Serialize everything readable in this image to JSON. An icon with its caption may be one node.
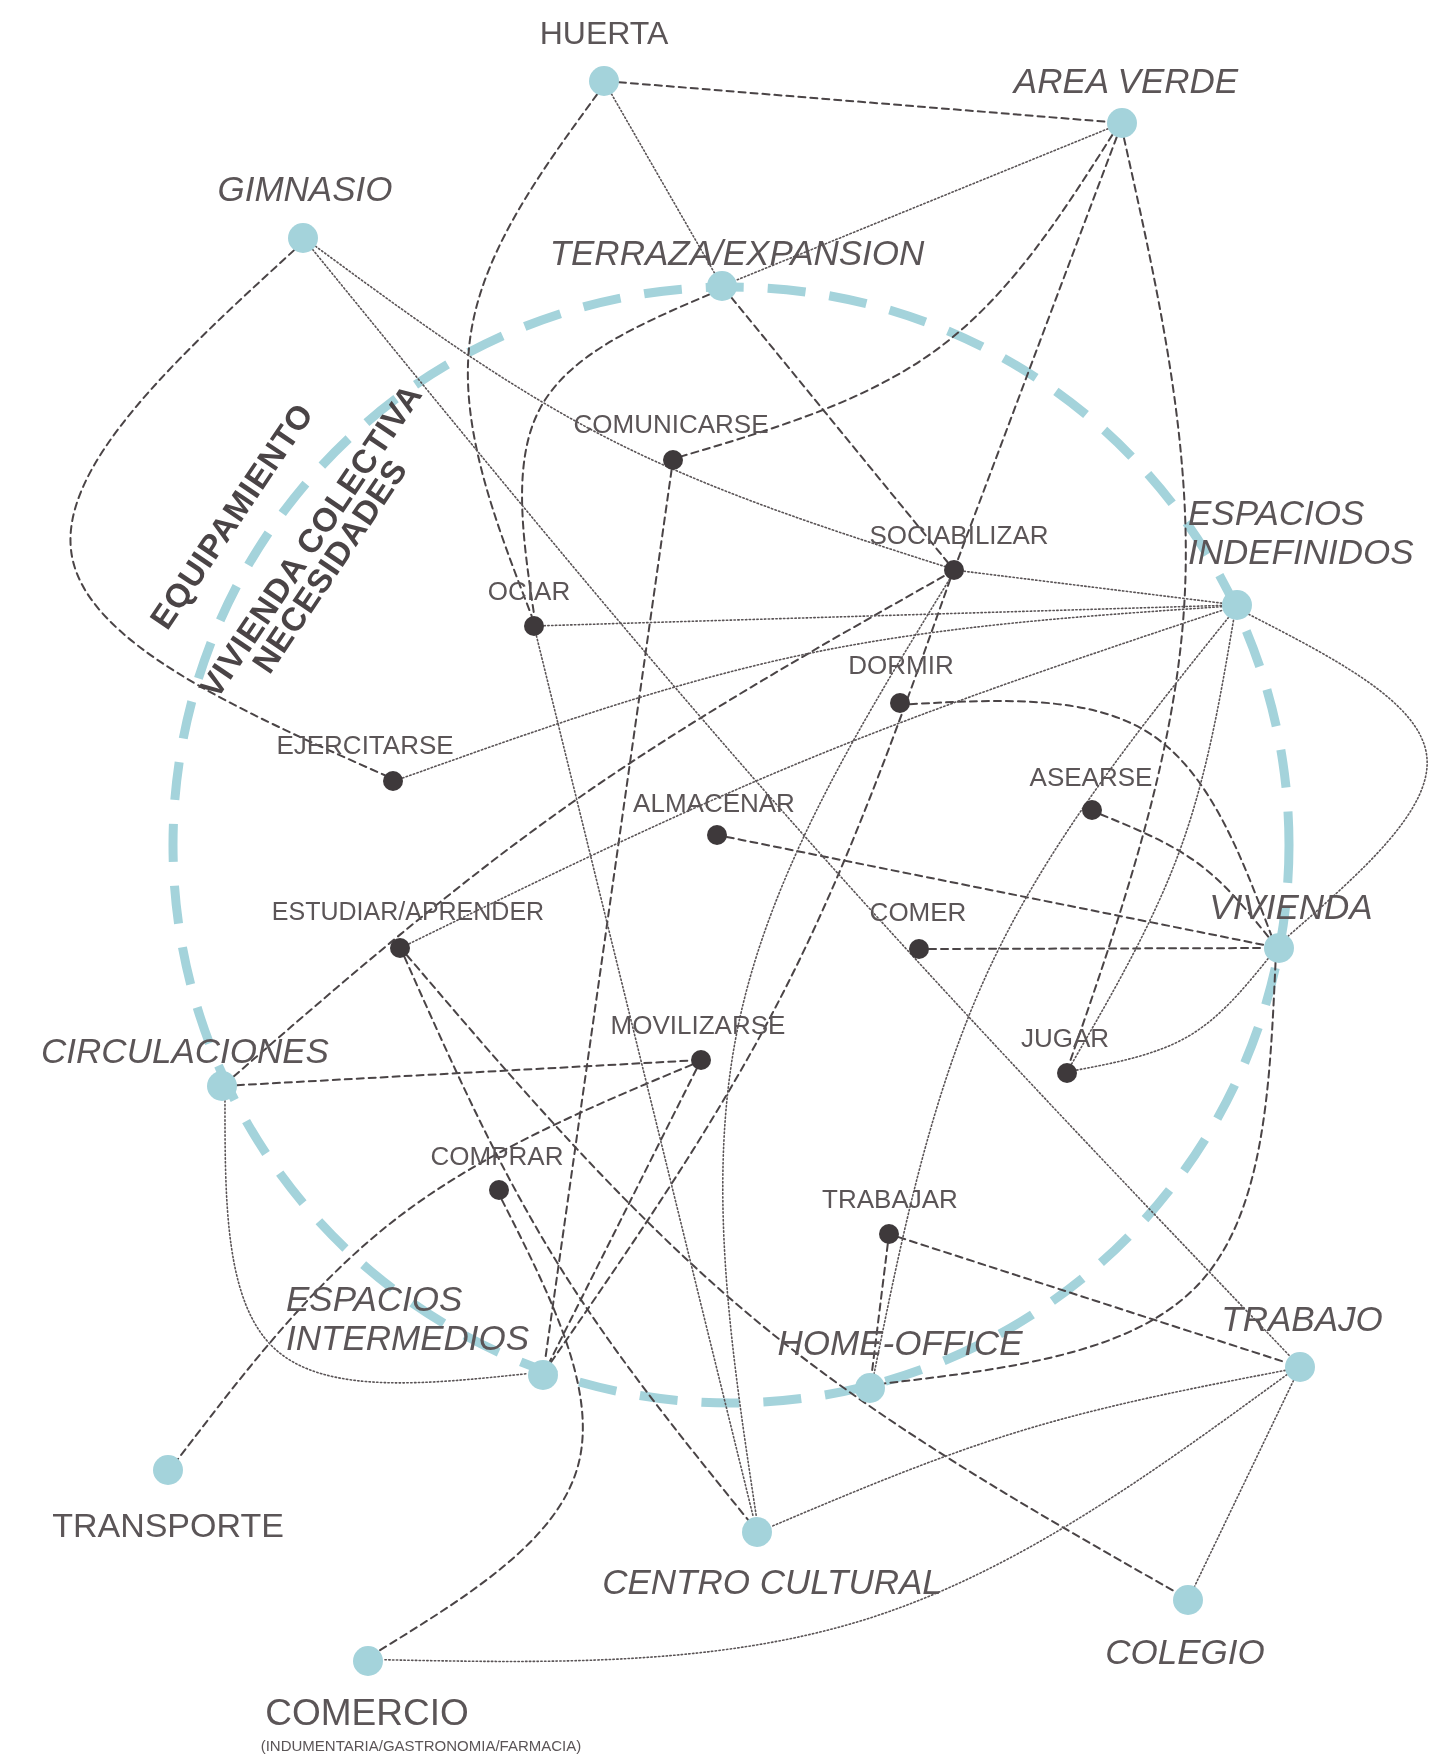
{
  "diagram": {
    "nodes": [
      {
        "text": [
          "HUERTA"
        ]
      },
      {
        "text": [
          "AREA VERDE"
        ]
      },
      {
        "text": [
          "GIMNASIO"
        ]
      },
      {
        "text": [
          "TERRAZA/EXPANSION"
        ]
      },
      {
        "text": [
          "COMUNICARSE"
        ]
      },
      {
        "text": [
          "SOCIABILIZAR"
        ]
      },
      {
        "text": [
          "ESPACIOS INDEFINIDOS"
        ]
      },
      {
        "text": [
          "OCIAR"
        ]
      },
      {
        "text": [
          "DORMIR"
        ]
      },
      {
        "text": [
          "EJERCITARSE"
        ]
      },
      {
        "text": [
          "ASEARSE"
        ]
      },
      {
        "text": [
          "ALMACENAR"
        ]
      },
      {
        "text": [
          "ESTUDIAR/APRENDER"
        ]
      },
      {
        "text": [
          "COMER"
        ]
      },
      {
        "text": [
          "VIVIENDA"
        ]
      },
      {
        "text": [
          "CIRCULACIONES"
        ]
      },
      {
        "text": [
          "MOVILIZARSE"
        ]
      },
      {
        "text": [
          "JUGAR"
        ]
      },
      {
        "text": [
          "COMPRAR"
        ]
      },
      {
        "text": [
          "TRABAJAR"
        ]
      },
      {
        "text": [
          "ESPACIOS INTERMEDIOS"
        ]
      },
      {
        "text": [
          "HOME-OFFICE"
        ]
      },
      {
        "text": [
          "TRABAJO"
        ]
      },
      {
        "text": [
          "TRANSPORTE"
        ]
      },
      {
        "text": [
          "CENTRO CULTURAL"
        ]
      },
      {
        "text": [
          "COLEGIO"
        ]
      },
      {
        "text": [
          "COMERCIO",
          "(INDUMENTARIA/GASTRONOMIA/FARMACIA)"
        ]
      }
    ],
    "edges": [
      {
        "from": 0,
        "to": 1,
        "arrow": "none",
        "style": "dashed"
      },
      {
        "from": 0,
        "to": 7,
        "arrow": "none",
        "style": "dashed"
      },
      {
        "from": 3,
        "to": 7,
        "arrow": "none",
        "style": "dashed"
      },
      {
        "from": 3,
        "to": 5,
        "arrow": "none",
        "style": "dashed"
      },
      {
        "from": 1,
        "to": 4,
        "arrow": "none",
        "style": "dashed"
      },
      {
        "from": 1,
        "to": 5,
        "arrow": "none",
        "style": "dashed"
      },
      {
        "from": 1,
        "to": 17,
        "arrow": "none",
        "style": "dashed"
      },
      {
        "from": 5,
        "to": 20,
        "arrow": "none",
        "style": "dashed"
      },
      {
        "from": 4,
        "to": 20,
        "arrow": "none",
        "style": "dashed"
      },
      {
        "from": 2,
        "to": 9,
        "arrow": "none",
        "style": "dashed"
      },
      {
        "from": 12,
        "to": 25,
        "arrow": "none",
        "style": "dashed"
      },
      {
        "from": 12,
        "to": 24,
        "arrow": "none",
        "style": "dashed"
      },
      {
        "from": 15,
        "to": 16,
        "arrow": "none",
        "style": "dashed"
      },
      {
        "from": 15,
        "to": 5,
        "arrow": "none",
        "style": "dashed"
      },
      {
        "from": 16,
        "to": 23,
        "arrow": "none",
        "style": "dashed"
      },
      {
        "from": 16,
        "to": 20,
        "arrow": "none",
        "style": "dashed"
      },
      {
        "from": 18,
        "to": 26,
        "arrow": "none",
        "style": "dashed"
      },
      {
        "from": 11,
        "to": 14,
        "arrow": "none",
        "style": "dashed"
      },
      {
        "from": 13,
        "to": 14,
        "arrow": "none",
        "style": "dashed"
      },
      {
        "from": 10,
        "to": 14,
        "arrow": "none",
        "style": "dashed"
      },
      {
        "from": 8,
        "to": 14,
        "arrow": "none",
        "style": "dashed"
      },
      {
        "from": 14,
        "to": 21,
        "arrow": "none",
        "style": "dashed"
      },
      {
        "from": 19,
        "to": 21,
        "arrow": "none",
        "style": "dashed"
      },
      {
        "from": 19,
        "to": 22,
        "arrow": "none",
        "style": "dashed"
      },
      {
        "from": 0,
        "to": 3,
        "arrow": "none"
      },
      {
        "from": 1,
        "to": 3,
        "arrow": "none"
      },
      {
        "from": 2,
        "to": 5,
        "arrow": "none"
      },
      {
        "from": 5,
        "to": 6,
        "arrow": "none"
      },
      {
        "from": 2,
        "to": 22,
        "arrow": "none"
      },
      {
        "from": 7,
        "to": 6,
        "arrow": "none"
      },
      {
        "from": 7,
        "to": 24,
        "arrow": "none"
      },
      {
        "from": 9,
        "to": 6,
        "arrow": "none"
      },
      {
        "from": 12,
        "to": 6,
        "arrow": "none"
      },
      {
        "from": 15,
        "to": 20,
        "arrow": "none"
      },
      {
        "from": 17,
        "to": 14,
        "arrow": "none"
      },
      {
        "from": 17,
        "to": 6,
        "arrow": "none"
      },
      {
        "from": 6,
        "to": 14,
        "arrow": "none"
      },
      {
        "from": 6,
        "to": 21,
        "arrow": "none"
      },
      {
        "from": 5,
        "to": 24,
        "arrow": "none"
      },
      {
        "from": 22,
        "to": 24,
        "arrow": "none"
      },
      {
        "from": 22,
        "to": 26,
        "arrow": "none"
      },
      {
        "from": 22,
        "to": 25,
        "arrow": "none"
      }
    ],
    "labels": [
      "EQUIPAMIENTO",
      "VIVIENDA COLECTIVA",
      "NECESIDADES"
    ]
  }
}
